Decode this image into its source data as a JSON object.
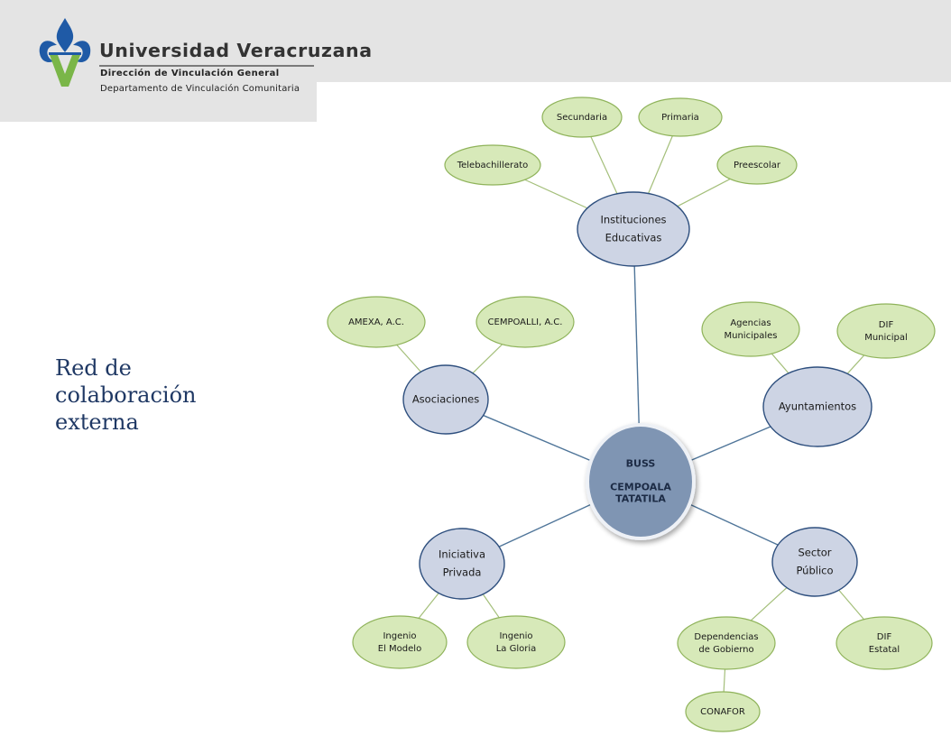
{
  "header": {
    "university": "Universidad Veracruzana",
    "dept_line_1": "Dirección de Vinculación General",
    "dept_line_2": "Departamento de Vinculación Comunitaria"
  },
  "slide_title": [
    "Red de",
    "colaboración",
    "externa"
  ],
  "colors": {
    "title": "#1f3864",
    "logo_blue": "#1f5aa6",
    "logo_green": "#7ab648",
    "leaf_fill": "#d7e9b9",
    "leaf_stroke": "#8fb35a",
    "branch_fill": "#cdd4e4",
    "branch_stroke": "#2e4f7e",
    "center_fill": "#7f95b3",
    "connector_center": "#4f7599",
    "connector_leaf": "#a4bf7a"
  },
  "diagram": {
    "center": {
      "id": "buss",
      "lines": [
        "BUSS",
        "",
        "CEMPOALA",
        "TATATILA"
      ]
    },
    "branches": [
      {
        "id": "educativas",
        "lines": [
          "Instituciones",
          "Educativas"
        ]
      },
      {
        "id": "asociaciones",
        "lines": [
          "Asociaciones"
        ]
      },
      {
        "id": "ayuntamientos",
        "lines": [
          "Ayuntamientos"
        ]
      },
      {
        "id": "privada",
        "lines": [
          "Iniciativa",
          "Privada"
        ]
      },
      {
        "id": "publico",
        "lines": [
          "Sector",
          "Público"
        ]
      }
    ],
    "leaves": [
      {
        "id": "secundaria",
        "parent": "educativas",
        "lines": [
          "Secundaria"
        ]
      },
      {
        "id": "primaria",
        "parent": "educativas",
        "lines": [
          "Primaria"
        ]
      },
      {
        "id": "telebachillerato",
        "parent": "educativas",
        "lines": [
          "Telebachillerato"
        ]
      },
      {
        "id": "preescolar",
        "parent": "educativas",
        "lines": [
          "Preescolar"
        ]
      },
      {
        "id": "amexa",
        "parent": "asociaciones",
        "lines": [
          "AMEXA, A.C."
        ]
      },
      {
        "id": "cempoalli",
        "parent": "asociaciones",
        "lines": [
          "CEMPOALLI, A.C."
        ]
      },
      {
        "id": "agencias",
        "parent": "ayuntamientos",
        "lines": [
          "Agencias",
          "Municipales"
        ]
      },
      {
        "id": "dif-municipal",
        "parent": "ayuntamientos",
        "lines": [
          "DIF",
          "Municipal"
        ]
      },
      {
        "id": "ingenio-modelo",
        "parent": "privada",
        "lines": [
          "Ingenio",
          "El Modelo"
        ]
      },
      {
        "id": "ingenio-gloria",
        "parent": "privada",
        "lines": [
          "Ingenio",
          "La Gloria"
        ]
      },
      {
        "id": "dependencias",
        "parent": "publico",
        "lines": [
          "Dependencias",
          "de Gobierno"
        ]
      },
      {
        "id": "dif-estatal",
        "parent": "publico",
        "lines": [
          "DIF",
          "Estatal"
        ]
      },
      {
        "id": "conafor",
        "parent": "dependencias",
        "lines": [
          "CONAFOR"
        ]
      }
    ]
  }
}
